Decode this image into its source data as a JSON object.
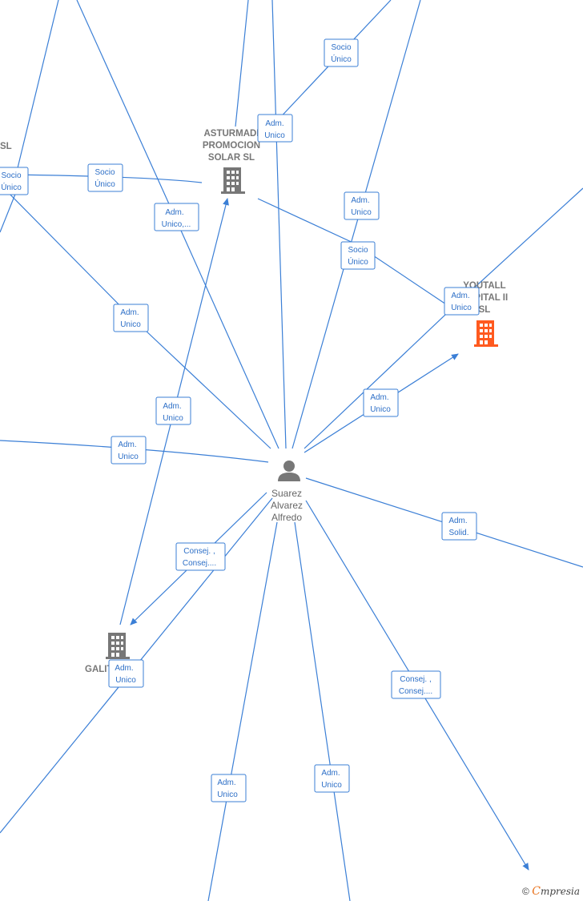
{
  "nodes": {
    "asturmadi": {
      "lines": [
        "ASTURMADI",
        "PROMOCION",
        "SOLAR  SL"
      ],
      "kind": "company",
      "color": "#777777"
    },
    "youtall": {
      "lines": [
        "YOUTALL",
        "CAPITAL II",
        "SL"
      ],
      "kind": "company",
      "color": "#ff5a1f"
    },
    "galit": {
      "lines": [
        "GALIT..."
      ],
      "kind": "company",
      "color": "#777777"
    },
    "left_sl": {
      "lines": [
        "SL"
      ],
      "kind": "company",
      "color": "#777777"
    },
    "person": {
      "lines": [
        "Suarez",
        "Alvarez",
        "Alfredo"
      ],
      "kind": "person",
      "color": "#777777"
    }
  },
  "edge_labels": [
    [
      "Socio",
      "Único"
    ],
    [
      "Adm.",
      "Unico"
    ],
    [
      "Socio",
      "Único"
    ],
    [
      "Socio",
      "Único"
    ],
    [
      "Adm.",
      "Unico,..."
    ],
    [
      "Adm.",
      "Unico"
    ],
    [
      "Socio",
      "Único"
    ],
    [
      "Adm.",
      "Unico"
    ],
    [
      "Adm.",
      "Unico"
    ],
    [
      "Adm.",
      "Unico"
    ],
    [
      "Adm.",
      "Unico"
    ],
    [
      "Adm.",
      "Unico"
    ],
    [
      "Adm.",
      "Solid."
    ],
    [
      "Consej. ,",
      "Consej...."
    ],
    [
      "Adm.",
      "Unico"
    ],
    [
      "Consej. ,",
      "Consej...."
    ],
    [
      "Adm.",
      "Unico"
    ],
    [
      "Adm.",
      "Unico"
    ]
  ],
  "footer": {
    "copyright": "©",
    "brand_initial": "C",
    "brand_rest": "mpresia"
  },
  "colors": {
    "edge": "#3b7fd6",
    "company": "#777777",
    "highlight": "#ff5a1f",
    "person": "#777777"
  },
  "icons": {
    "company": "building-icon",
    "person": "person-icon"
  }
}
